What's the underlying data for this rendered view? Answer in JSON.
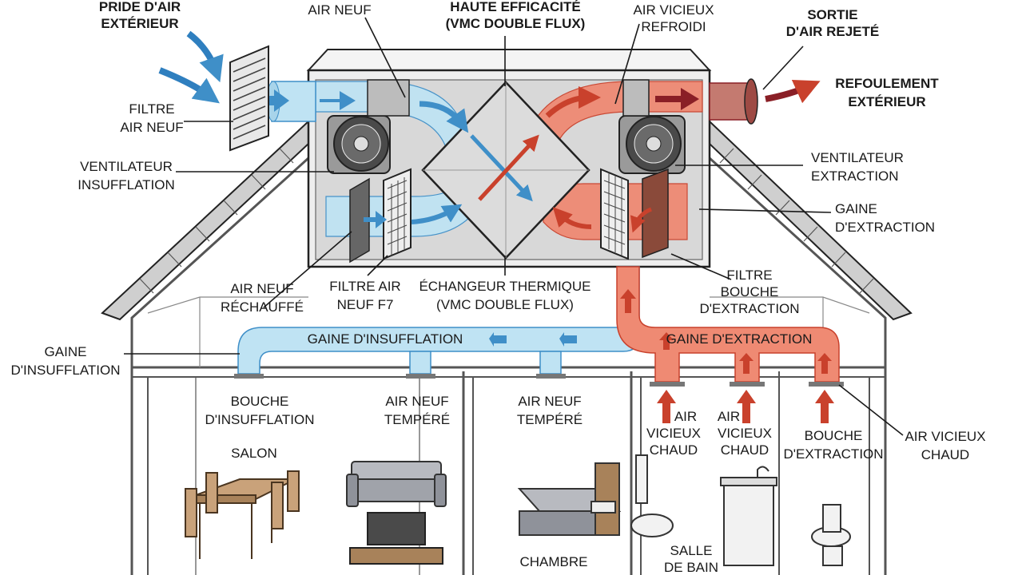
{
  "colors": {
    "fresh": "#bfe3f3",
    "fresh_dark": "#3f8fc8",
    "stale": "#ef8a73",
    "stale_dark": "#c9412c",
    "exhaust": "#8a1f26",
    "outline": "#222222",
    "unit_fill": "#eeeeee"
  },
  "labels": {
    "intake": [
      "PRIDE D'AIR",
      "EXTÉRIEUR"
    ],
    "air_neuf": "AIR NEUF",
    "unit_title": [
      "HAUTE EFFICACITÉ",
      "(VMC DOUBLE FLUX)"
    ],
    "air_vicieux_refroidi": [
      "AIR VICIEUX",
      "REFROIDI"
    ],
    "sortie": [
      "SORTIE",
      "D'AIR REJETÉ"
    ],
    "refoulement": [
      "REFOULEMENT",
      "EXTÉRIEUR"
    ],
    "filtre_air_neuf": [
      "FILTRE",
      "AIR NEUF"
    ],
    "ventilateur_insufflation": [
      "VENTILATEUR",
      "INSUFFLATION"
    ],
    "ventilateur_extraction": [
      "VENTILATEUR",
      "EXTRACTION"
    ],
    "gaine_extraction_side": [
      "GAINE",
      "D'EXTRACTION"
    ],
    "air_neuf_rechauffe": [
      "AIR NEUF",
      "RÉCHAUFFÉ"
    ],
    "filtre_f7": [
      "FILTRE AIR",
      "NEUF F7"
    ],
    "echangeur": [
      "ÉCHANGEUR THERMIQUE",
      "(VMC DOUBLE FLUX)"
    ],
    "filtre_bouche": [
      "FILTRE",
      "BOUCHE",
      "D'EXTRACTION"
    ],
    "gaine_insufflation_duct": "GAINE D'INSUFFLATION",
    "gaine_extraction_duct": "GAINE D'EXTRACTION",
    "gaine_insufflation_side": [
      "GAINE",
      "D'INSUFFLATION"
    ],
    "bouche_insufflation": [
      "BOUCHE",
      "D'INSUFFLATION"
    ],
    "air_neuf_tempere_1": [
      "AIR NEUF",
      "TEMPÉRÉ"
    ],
    "air_neuf_tempere_2": [
      "AIR NEUF",
      "TEMPÉRÉ"
    ],
    "air_vicieux_chaud_1": [
      "AIR",
      "VICIEUX",
      "CHAUD"
    ],
    "air_vicieux_chaud_2": [
      "AIR",
      "VICIEUX",
      "CHAUD"
    ],
    "bouche_extraction": [
      "BOUCHE",
      "D'EXTRACTION"
    ],
    "air_vicieux_chaud_3": [
      "AIR VICIEUX",
      "CHAUD"
    ],
    "salon": "SALON",
    "chambre": "CHAMBRE",
    "salle_de_bain": [
      "SALLE",
      "DE BAIN"
    ]
  }
}
